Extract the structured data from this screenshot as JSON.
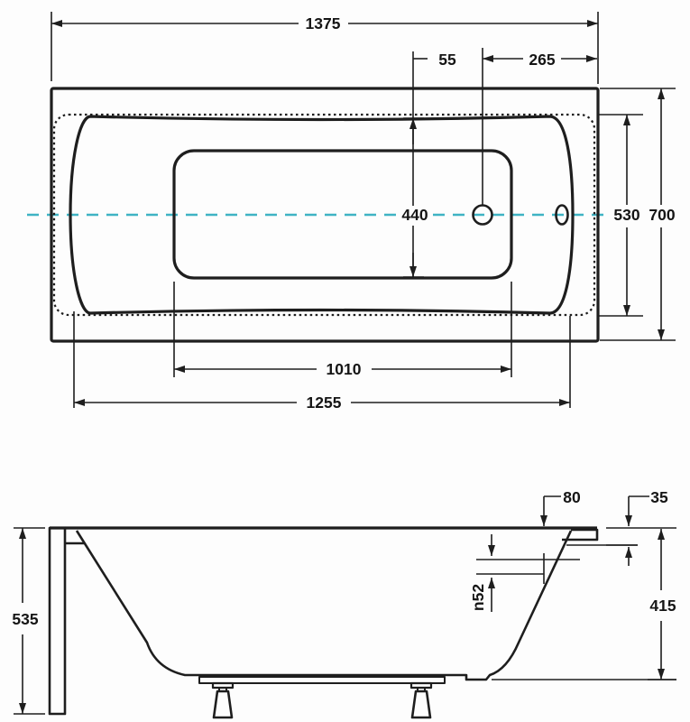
{
  "drawing": {
    "type": "bathtub-technical-drawing-two-views",
    "colors": {
      "line": "#1e1e1e",
      "centerline": "#3fb3c4",
      "background": "#fdfdfd"
    },
    "top_view": {
      "labels": {
        "overall_length": "1375",
        "offset_left": "55",
        "offset_right": "265",
        "bottom_width": "440",
        "inner_width": "530",
        "overall_width": "700",
        "bottom_length": "1010",
        "inner_length": "1255"
      }
    },
    "side_view": {
      "labels": {
        "ledge_width": "80",
        "rim_height": "35",
        "drain_diameter": "n52",
        "inner_depth": "415",
        "overall_height": "535"
      }
    }
  }
}
